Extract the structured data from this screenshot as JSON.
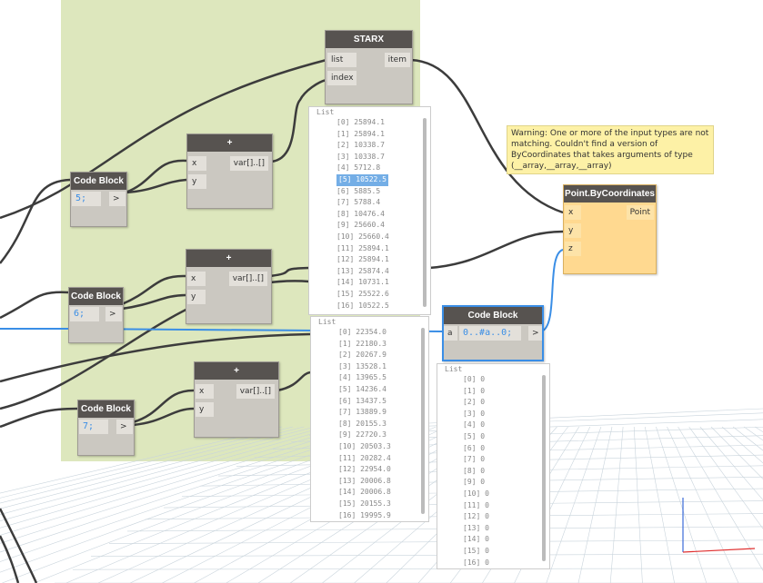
{
  "colors": {
    "group": "#dde7bd",
    "node_header": "#575350",
    "wire_selected": "#3a8ee6",
    "point_body": "#ffd990"
  },
  "starx": {
    "title": "STARX",
    "inputs": [
      "list",
      "index"
    ],
    "output": "item"
  },
  "add_nodes": [
    {
      "title": "+",
      "inputs": [
        "x",
        "y"
      ],
      "output": "var[]..[]"
    },
    {
      "title": "+",
      "inputs": [
        "x",
        "y"
      ],
      "output": "var[]..[]"
    },
    {
      "title": "+",
      "inputs": [
        "x",
        "y"
      ],
      "output": "var[]..[]"
    }
  ],
  "code_blocks": [
    {
      "title": "Code Block",
      "code": "5;",
      "output": ">"
    },
    {
      "title": "Code Block",
      "code": "6;",
      "output": ">"
    },
    {
      "title": "Code Block",
      "code": "7;",
      "output": ">"
    }
  ],
  "range_block": {
    "title": "Code Block",
    "input": "a",
    "code": "0..#a..0;",
    "output": ">"
  },
  "point": {
    "title": "Point.ByCoordinates",
    "inputs": [
      "x",
      "y",
      "z"
    ],
    "output": "Point"
  },
  "warning": "Warning: One or more of the input types are not matching. Couldn't find a version of ByCoordinates that takes arguments of type (__array,__array,__array)",
  "watch1": {
    "header": "List",
    "selected_index": 5,
    "items": [
      "[0] 25894.1",
      "[1] 25894.1",
      "[2] 10338.7",
      "[3] 10338.7",
      "[4] 5712.8",
      "[5] 10522.5",
      "[6] 5885.5",
      "[7] 5788.4",
      "[8] 10476.4",
      "[9] 25660.4",
      "[10] 25660.4",
      "[11] 25894.1",
      "[12] 25894.1",
      "[13] 25874.4",
      "[14] 10731.1",
      "[15] 25522.6",
      "[16] 10522.5"
    ]
  },
  "watch2": {
    "header": "List",
    "items": [
      "[0] 22354.0",
      "[1] 22180.3",
      "[2] 20267.9",
      "[3] 13528.1",
      "[4] 13965.5",
      "[5] 14236.4",
      "[6] 13437.5",
      "[7] 13889.9",
      "[8] 20155.3",
      "[9] 22720.3",
      "[10] 20503.3",
      "[11] 20282.4",
      "[12] 22954.0",
      "[13] 20006.8",
      "[14] 20006.8",
      "[15] 20155.3",
      "[16] 19995.9"
    ]
  },
  "watch3": {
    "header": "List",
    "items": [
      "[0] 0",
      "[1] 0",
      "[2] 0",
      "[3] 0",
      "[4] 0",
      "[5] 0",
      "[6] 0",
      "[7] 0",
      "[8] 0",
      "[9] 0",
      "[10] 0",
      "[11] 0",
      "[12] 0",
      "[13] 0",
      "[14] 0",
      "[15] 0",
      "[16] 0"
    ]
  }
}
